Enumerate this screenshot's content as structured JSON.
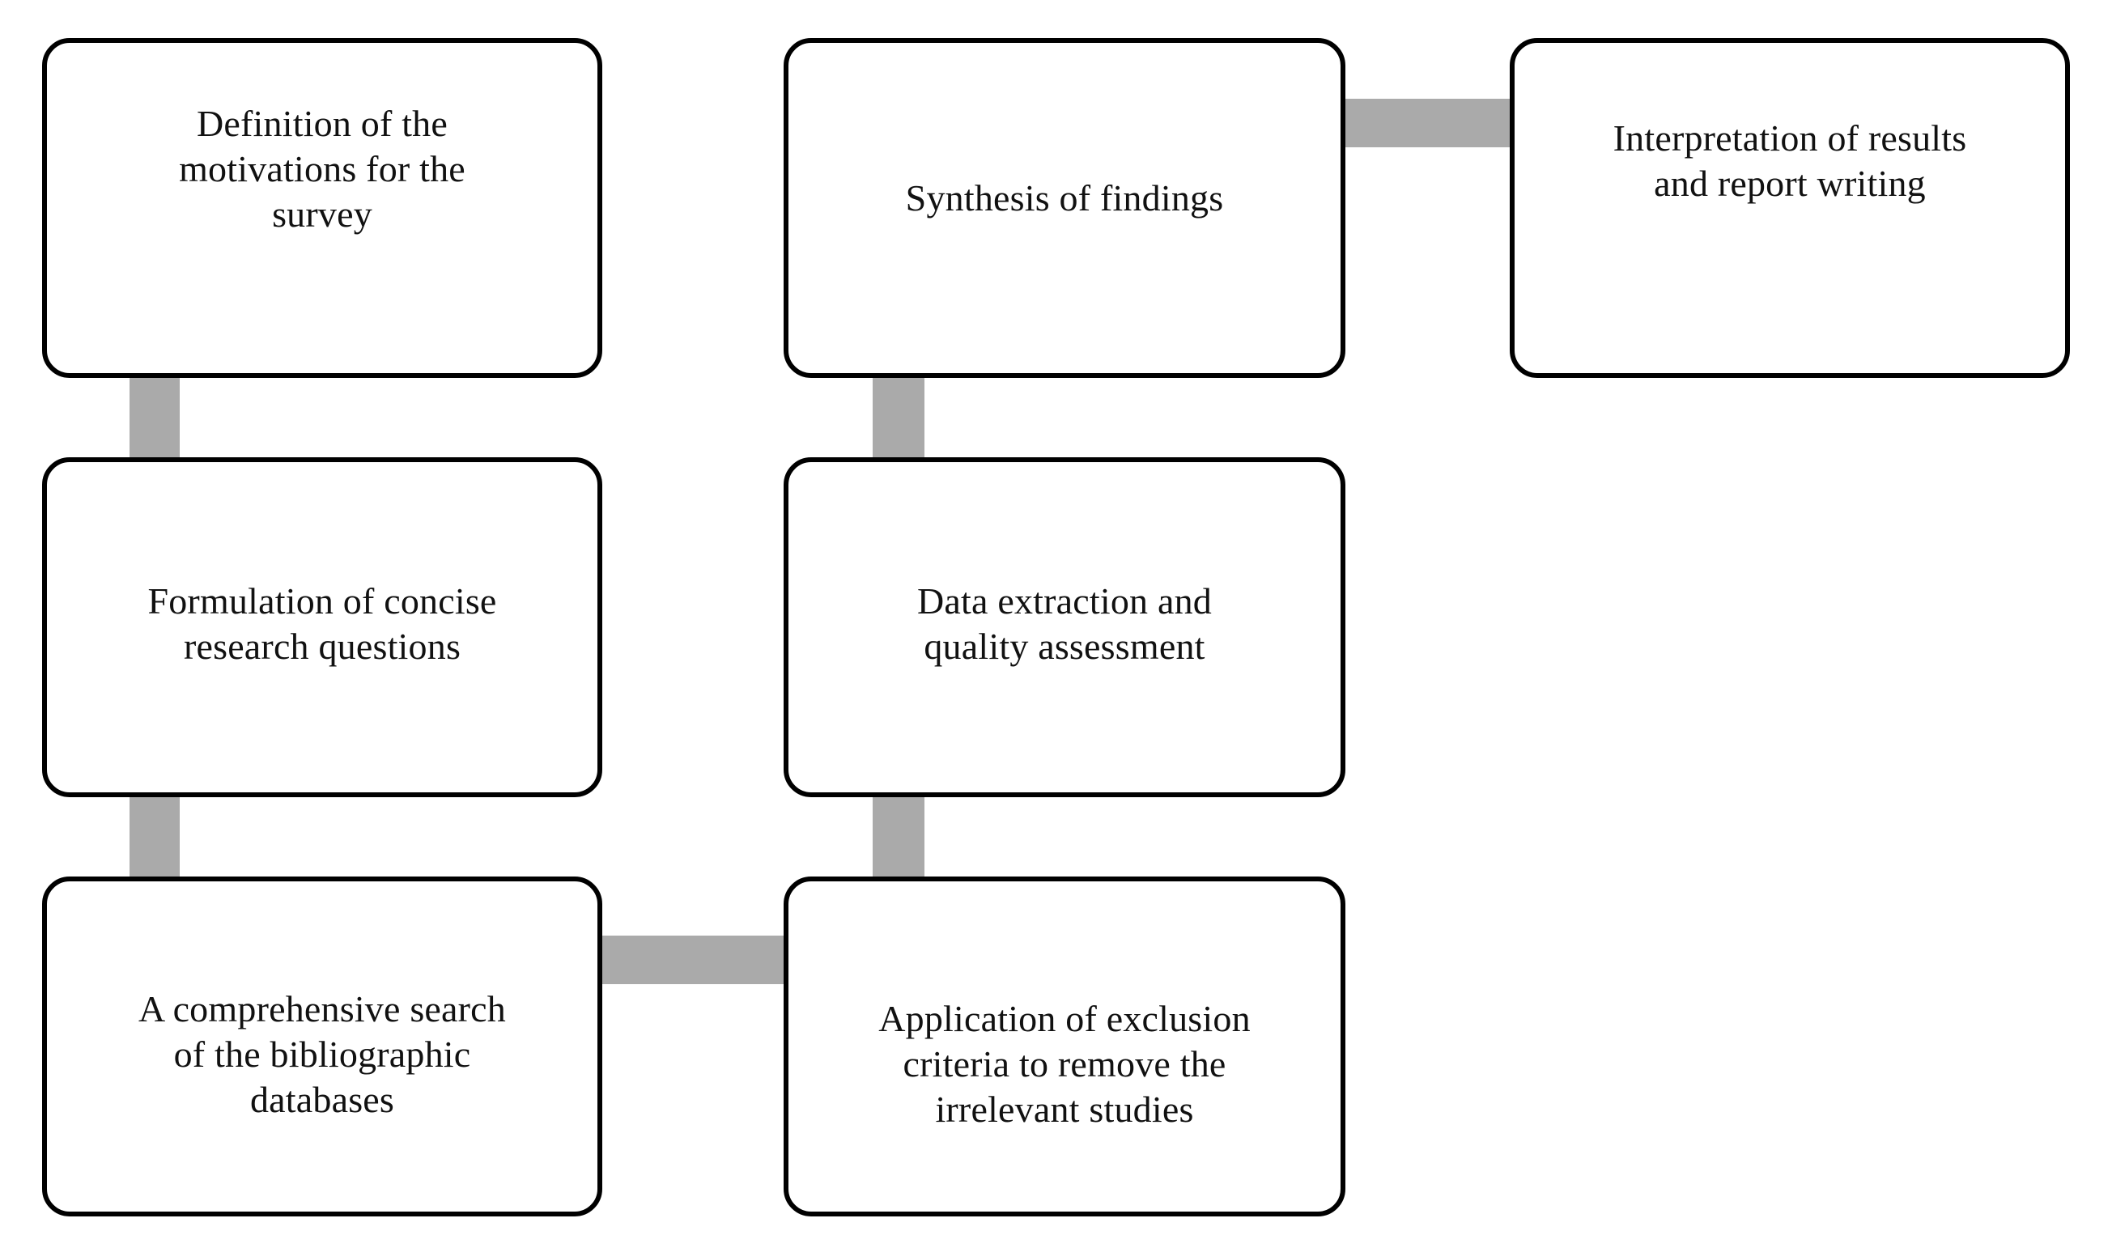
{
  "diagram": {
    "type": "flowchart",
    "title": "",
    "colors": {
      "node_border": "#000000",
      "node_fill": "#ffffff",
      "connector": "#aaaaaa",
      "text": "#111111",
      "background": "#ffffff"
    },
    "nodes": [
      {
        "id": "definition",
        "label": "Definition of the\nmotivations for the\nsurvey",
        "column": 1,
        "row": 1
      },
      {
        "id": "formulation",
        "label": "Formulation of concise\nresearch questions",
        "column": 1,
        "row": 2
      },
      {
        "id": "search",
        "label": "A comprehensive search\nof the bibliographic\ndatabases",
        "column": 1,
        "row": 3
      },
      {
        "id": "exclusion",
        "label": "Application of exclusion\ncriteria to remove the\nirrelevant studies",
        "column": 2,
        "row": 3
      },
      {
        "id": "extraction",
        "label": "Data extraction and\nquality assessment",
        "column": 2,
        "row": 2
      },
      {
        "id": "synthesis",
        "label": "Synthesis of findings",
        "column": 2,
        "row": 1
      },
      {
        "id": "interpretation",
        "label": "Interpretation of results\nand report writing",
        "column": 3,
        "row": 1
      }
    ],
    "connectors": [
      {
        "id": "definition-formulation",
        "from": "definition",
        "to": "formulation",
        "orientation": "vertical"
      },
      {
        "id": "formulation-search",
        "from": "formulation",
        "to": "search",
        "orientation": "vertical"
      },
      {
        "id": "search-exclusion",
        "from": "search",
        "to": "exclusion",
        "orientation": "horizontal"
      },
      {
        "id": "exclusion-extraction",
        "from": "exclusion",
        "to": "extraction",
        "orientation": "vertical"
      },
      {
        "id": "extraction-synthesis",
        "from": "extraction",
        "to": "synthesis",
        "orientation": "vertical"
      },
      {
        "id": "synthesis-interpretation",
        "from": "synthesis",
        "to": "interpretation",
        "orientation": "horizontal"
      }
    ]
  }
}
